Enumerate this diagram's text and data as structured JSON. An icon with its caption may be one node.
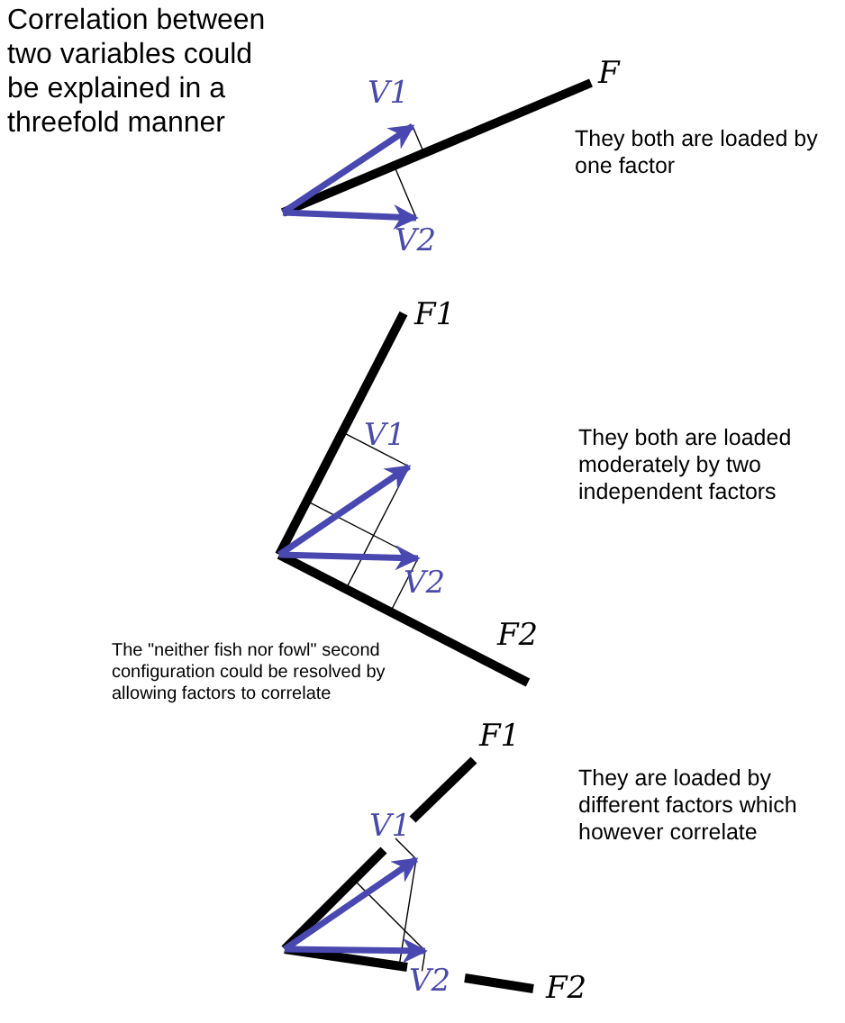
{
  "diagram": {
    "title": "Correlation between two variables could be explained in a threefold manner",
    "labels": [
      "F",
      "They both are loaded by one factor",
      "V1",
      "V2",
      "F1",
      "V1",
      "They both are loaded moderately by two independent factors",
      "V2",
      "F2",
      "The \"neither fish nor fowl\" second configuration could be resolved by allowing factors to correlate",
      "F1",
      "They are loaded by different factors which however correlate",
      "V1",
      "V2",
      "F2"
    ]
  }
}
